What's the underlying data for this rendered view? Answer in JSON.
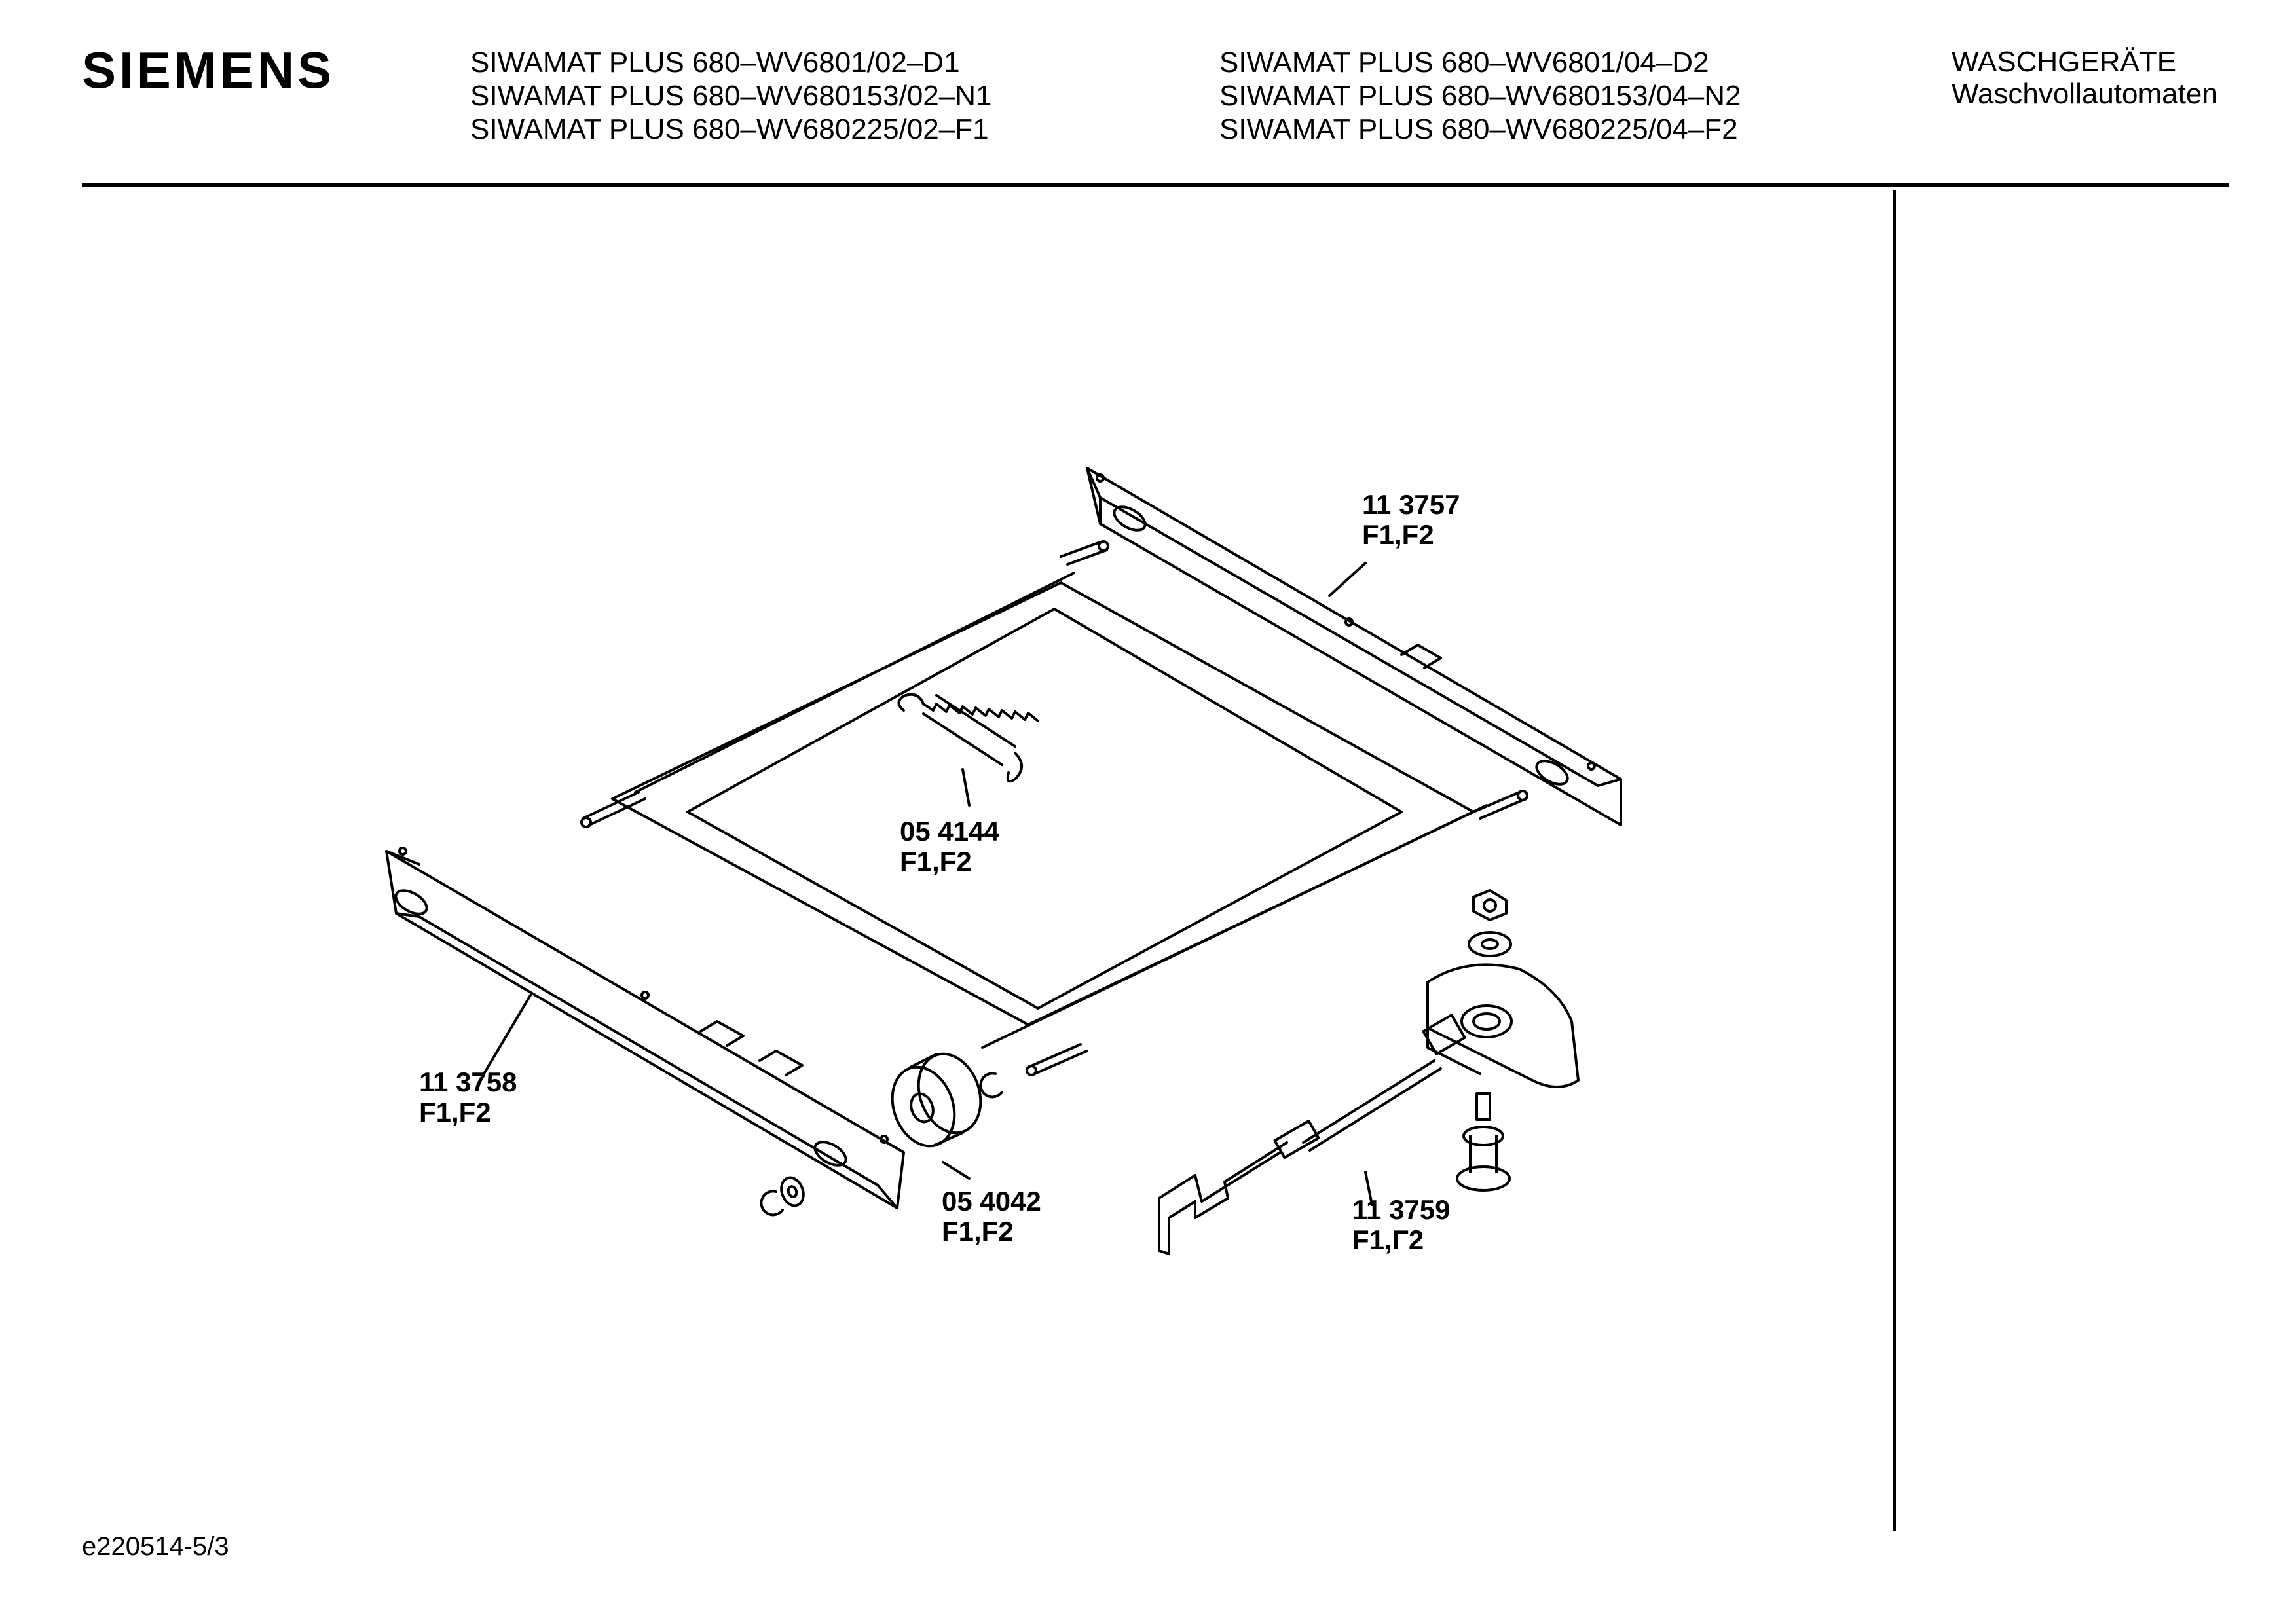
{
  "header": {
    "brand": "SIEMENS",
    "models_left": [
      "SIWAMAT PLUS 680–WV6801/02–D1",
      "SIWAMAT PLUS 680–WV680153/02–N1",
      "SIWAMAT PLUS 680–WV680225/02–F1"
    ],
    "models_right": [
      "SIWAMAT PLUS 680–WV6801/04–D2",
      "SIWAMAT PLUS 680–WV680153/04–N2",
      "SIWAMAT PLUS 680–WV680225/04–F2"
    ],
    "category": "WASCHGERÄTE",
    "subcategory": "Waschvollautomaten"
  },
  "parts": {
    "rear_rail": {
      "number": "11 3757",
      "variants": "F1,F2"
    },
    "spring": {
      "number": "05 4144",
      "variants": "F1,F2"
    },
    "front_rail": {
      "number": "11 3758",
      "variants": "F1,F2"
    },
    "roller": {
      "number": "05 4042",
      "variants": "F1,F2"
    },
    "lever": {
      "number": "11 3759",
      "variants": "F1,Γ2"
    }
  },
  "footer": {
    "doc_id": "e220514-5/3"
  }
}
